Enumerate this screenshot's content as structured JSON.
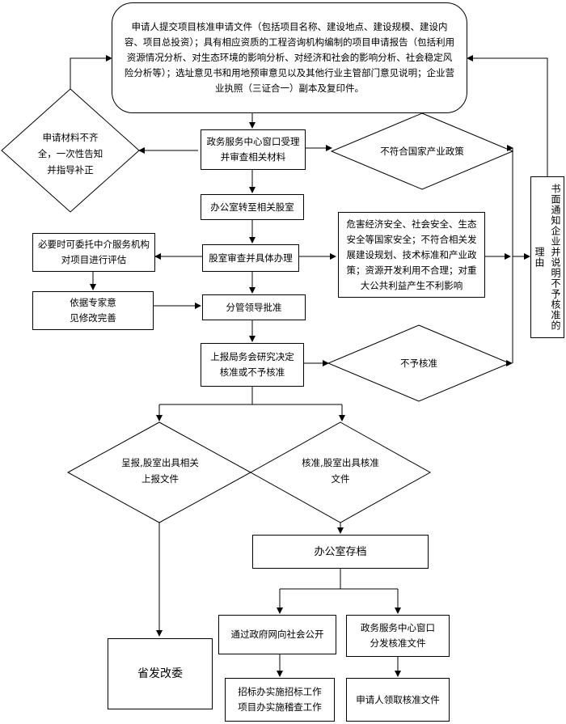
{
  "nodes": {
    "submit": "申请人提交项目核准申请文件（包括项目名称、建设地点、建设规模、建设内容、项目总投资）；具有相应资质的工程咨询机构编制的项目申请报告（包括利用资源情况分析、对生态环境的影响分析、对经济和社会的影响分析、社会稳定风险分析等）；选址意见书和用地预审意见以及其他行业主管部门意见说明；企业营业执照（三证合一）副本及复印件。",
    "incomplete": "申请材料不齐全，一次性告知并指导补正",
    "window_receive": "政务服务中心窗口受理并审查相关材料",
    "not_policy": "不符合国家产业政策",
    "to_office": "办公室转至相关股室",
    "entrust": "必要时可委托中介服务机构对项目进行评估",
    "review": "股室审查并具体办理",
    "harm": "危害经济安全、社会安全、生态安全等国家安全；不符合相关发展建设规划、技术标准和产业政策；资源开发利用不合理；对重大公共利益产生不利影响",
    "revise": "依据专家意见修改完善",
    "leader": "分管领导批准",
    "report": "上报局务会研究决定核准或不予核准",
    "reject": "不予核准",
    "notify": "书面通知企业并说明不予核准的理由",
    "submit_up": "呈报,股室出具相关上报文件",
    "approve": "核准,股室出具核准文件",
    "archive": "办公室存档",
    "publish": "通过政府网向社会公开",
    "distribute": "政务服务中心窗口 分发核准文件",
    "provincial": "省发改委",
    "bidding": "招标办实施招标工作项目办实施稽查工作",
    "receive": "申请人领取核准文件"
  }
}
